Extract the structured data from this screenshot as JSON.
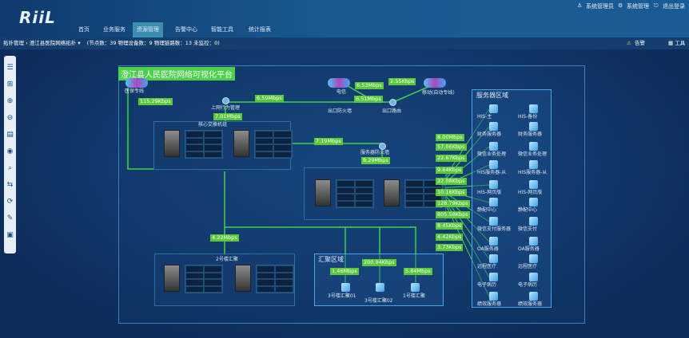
{
  "header": {
    "logo": "RiiL",
    "nav": [
      "首页",
      "业务服务",
      "资源管理",
      "告警中心",
      "智能工具",
      "统计报表"
    ],
    "active": 2,
    "user": "系统管理员",
    "settings": "系统管理",
    "logout": "退出登录"
  },
  "subbar": {
    "root": "拓扑管理",
    "current": "澄江县医院网络拓扑",
    "stats": "(节点数：39 物理设备数：9 物理链路数：13 未监控：0)",
    "alarm": "告警",
    "tools": "工具"
  },
  "topology": {
    "title": "澄江县人民医院网络可视化平台",
    "nodes": {
      "yibao": "医保专线",
      "internet_behavior": "上网行为管理",
      "dianxin": "电信",
      "yidong": "移动(自动专线)",
      "exit_fw": "出口防火墙",
      "exit_router": "出口路由",
      "server_fw": "服务器防火墙",
      "core": "核心交换机组",
      "agg2": "2号楼汇聚",
      "agg_zone": "汇聚区域",
      "agg_a": "3号楼汇聚01",
      "agg_b": "3号楼汇聚02",
      "agg_c": "1号楼汇聚",
      "server_zone": "服务器区域"
    },
    "rates": {
      "yibao": "115.29Kbps",
      "core_up": "7.01Mbps",
      "mid": "6.59Mbps",
      "dianxin": "6.53Mbps",
      "exit": "6.51Mbps",
      "yidong": "2.55Kbps",
      "core_sfw": "7.19Mbps",
      "sfw": "9.29Mbps",
      "agg2": "4.22Mbps",
      "agg_a": "1.46Mbps",
      "agg_b": "200.94Kbps",
      "agg_c": "5.84Mbps"
    },
    "server_rates": [
      "8.00Mbps",
      "57.06Kbps",
      "22.67Kbps",
      "9.64Kbps",
      "22.08Kbps",
      "10.16Kbps",
      "128.79Kbps",
      "805.58Kbps",
      "8.45Kbps",
      "4.42Kbps",
      "3.73Kbps"
    ],
    "servers_left": [
      "HIS-主",
      "财务服务器",
      "微信业务处理",
      "HIS服务器-从",
      "HIS-网页版",
      "静配中心",
      "微信支付服务器",
      "OA服务器",
      "远程医疗",
      "电子病历",
      "绩效服务器"
    ],
    "servers_right": [
      "HIS-备份",
      "财务服务器",
      "微信业务处理",
      "HIS服务器-从",
      "HIS-网页版",
      "静配中心",
      "微信支付",
      "OA服务器",
      "远程医疗",
      "电子病历",
      "绩效服务器"
    ]
  }
}
